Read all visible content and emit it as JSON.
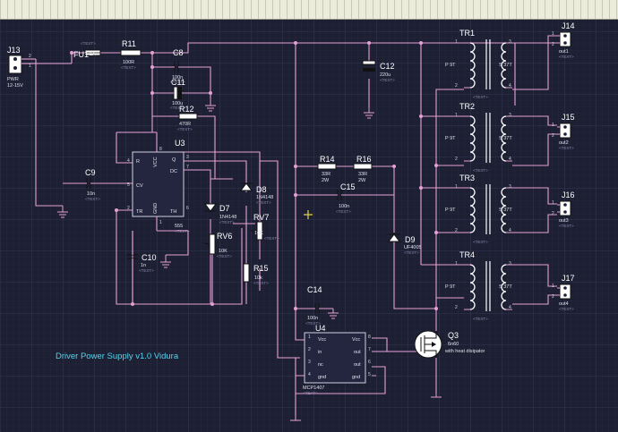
{
  "title": "Driver Power Supply v1.0 Vidura",
  "components": [
    {
      "ref": "J13",
      "value": "PWR",
      "note": "12-15V"
    },
    {
      "ref": "FU1",
      "value": "1A"
    },
    {
      "ref": "R11",
      "value": "100R"
    },
    {
      "ref": "C8",
      "value": "100n"
    },
    {
      "ref": "C11",
      "value": "100u"
    },
    {
      "ref": "R12",
      "value": "470R"
    },
    {
      "ref": "U3",
      "value": "555"
    },
    {
      "ref": "C9",
      "value": "10n"
    },
    {
      "ref": "C10",
      "value": "1n"
    },
    {
      "ref": "D7",
      "value": "1N4148"
    },
    {
      "ref": "D8",
      "value": "1N4148"
    },
    {
      "ref": "RV6",
      "value": "10K"
    },
    {
      "ref": "RV7",
      "value": "10K"
    },
    {
      "ref": "R15",
      "value": "10k"
    },
    {
      "ref": "C12",
      "value": "220u"
    },
    {
      "ref": "R14",
      "value": "33R",
      "note": "2W"
    },
    {
      "ref": "R16",
      "value": "33R",
      "note": "2W"
    },
    {
      "ref": "C15",
      "value": "100n"
    },
    {
      "ref": "D9",
      "value": "UF4005"
    },
    {
      "ref": "C14",
      "value": "100n"
    },
    {
      "ref": "U4",
      "value": "MCP1407"
    },
    {
      "ref": "Q3",
      "value": "6n60",
      "note": "with heat disipator"
    },
    {
      "ref": "TR1",
      "value": "",
      "primary": "P 9T",
      "secondary": "S 37T"
    },
    {
      "ref": "TR2",
      "value": "",
      "primary": "P 9T",
      "secondary": "S 37T"
    },
    {
      "ref": "TR3",
      "value": "",
      "primary": "P 9T",
      "secondary": "S 37T"
    },
    {
      "ref": "TR4",
      "value": "",
      "primary": "P 9T",
      "secondary": "S 37T"
    },
    {
      "ref": "J14",
      "value": "out1"
    },
    {
      "ref": "J15",
      "value": "out2"
    },
    {
      "ref": "J16",
      "value": "out3"
    },
    {
      "ref": "J17",
      "value": "out4"
    }
  ],
  "placeholder": "<TEXT>",
  "pins": {
    "u3": {
      "left": [
        "R",
        "CV",
        "TR"
      ],
      "right": [
        "Q",
        "DC",
        "TH"
      ],
      "top": "VCC",
      "bottom": "GND",
      "nums": [
        "4",
        "5",
        "2",
        "3",
        "7",
        "6",
        "8",
        "1"
      ]
    },
    "u4": {
      "left": [
        "Vcc",
        "in",
        "nc",
        "gnd"
      ],
      "right": [
        "Vcc",
        "out",
        "out",
        "gnd"
      ],
      "nums": [
        "1",
        "2",
        "3",
        "4",
        "8",
        "7",
        "6",
        "5"
      ]
    },
    "tr": [
      "3",
      "1",
      "2",
      "4"
    ],
    "conn": [
      "1",
      "2"
    ]
  },
  "colors": {
    "background": "#1d1f33",
    "grid": "#2f324d",
    "wire": "#e7a0d6",
    "title": "#52d6ef"
  }
}
